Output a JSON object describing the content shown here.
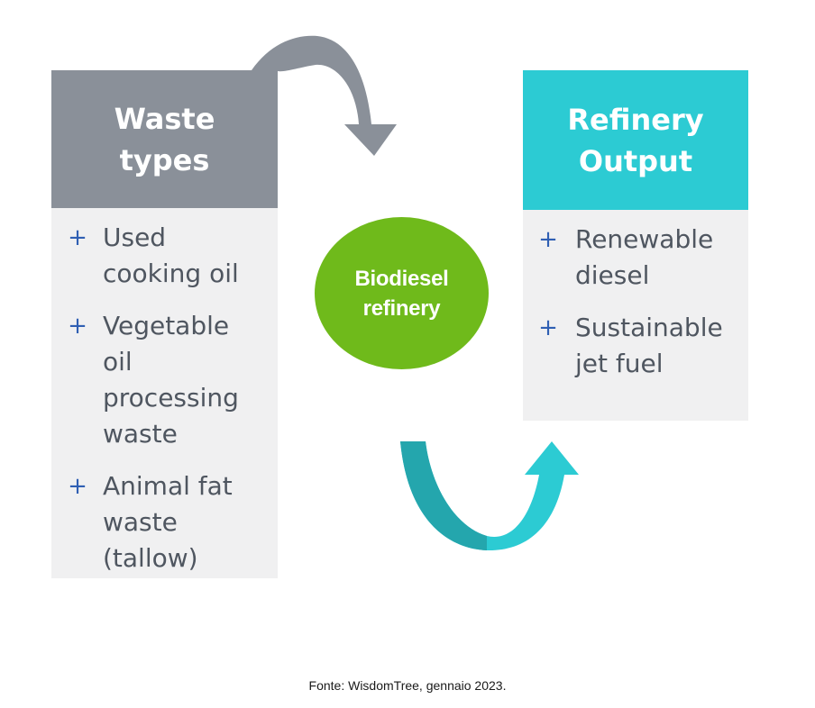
{
  "waste_types": {
    "title_line1": "Waste",
    "title_line2": "types",
    "items": [
      {
        "lines": [
          "Used",
          "cooking oil"
        ]
      },
      {
        "lines": [
          "Vegetable",
          "oil",
          "processing",
          "waste"
        ]
      },
      {
        "lines": [
          "Animal fat",
          "waste",
          "(tallow)"
        ]
      }
    ],
    "bullet_symbol": "+"
  },
  "center": {
    "line1": "Biodiesel",
    "line2": "refinery"
  },
  "refinery_output": {
    "title_line1": "Refinery",
    "title_line2": "Output",
    "items": [
      {
        "lines": [
          "Renewable",
          "diesel"
        ]
      },
      {
        "lines": [
          "Sustainable",
          "jet fuel"
        ]
      }
    ]
  },
  "source": "Fonte: WisdomTree, gennaio 2023.",
  "colors": {
    "waste_header": "#8a9099",
    "output_header": "#2ccbd3",
    "panel_body": "#f0f0f1",
    "circle": "#6fba1b",
    "bullet": "#2f5fb3",
    "gray_arrow": "#8a9099",
    "teal_arrow": "#2ccbd3"
  }
}
